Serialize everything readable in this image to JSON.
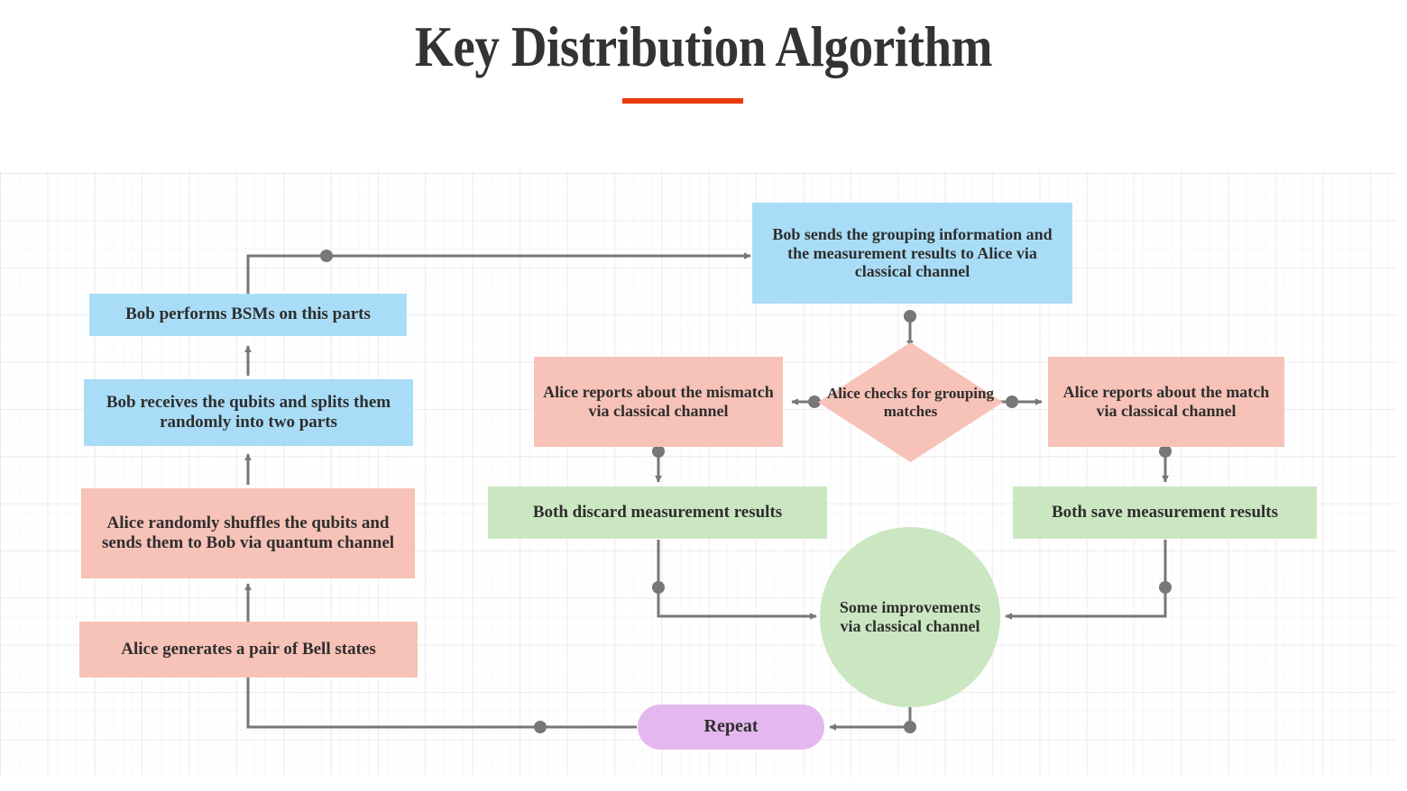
{
  "page": {
    "title": "Key Distribution Algorithm",
    "accent_color": "#ec3a0c",
    "title_color": "#333333",
    "background": "#ffffff"
  },
  "palette": {
    "blue": "#a9ddf7",
    "pink": "#f7c2b7",
    "green": "#cbe7c1",
    "purple": "#e4b8ef",
    "edge": "#777777",
    "text": "#2e2e2e"
  },
  "chart_data": {
    "type": "diagram",
    "title": "Key Distribution Algorithm",
    "nodes": [
      {
        "id": "bell",
        "label": "Alice generates a pair of Bell states",
        "shape": "rect",
        "color": "#f7c2b7"
      },
      {
        "id": "shuffle",
        "label": "Alice randomly shuffles the qubits and sends them to Bob via quantum channel",
        "shape": "rect",
        "color": "#f7c2b7"
      },
      {
        "id": "receive",
        "label": "Bob receives the qubits and splits them randomly into two parts",
        "shape": "rect",
        "color": "#a9ddf7"
      },
      {
        "id": "bsm",
        "label": "Bob performs BSMs on this parts",
        "shape": "rect",
        "color": "#a9ddf7"
      },
      {
        "id": "send",
        "label": "Bob sends the grouping information and the measurement results to Alice via classical channel",
        "shape": "rect",
        "color": "#a9ddf7"
      },
      {
        "id": "check",
        "label": "Alice checks for grouping matches",
        "shape": "diamond",
        "color": "#f7c2b7"
      },
      {
        "id": "mismatch",
        "label": "Alice reports about the mismatch via classical channel",
        "shape": "rect",
        "color": "#f7c2b7"
      },
      {
        "id": "match",
        "label": "Alice reports about the match via classical channel",
        "shape": "rect",
        "color": "#f7c2b7"
      },
      {
        "id": "discard",
        "label": "Both discard measurement results",
        "shape": "rect",
        "color": "#cbe7c1"
      },
      {
        "id": "save",
        "label": "Both save measurement results",
        "shape": "rect",
        "color": "#cbe7c1"
      },
      {
        "id": "improve",
        "label": "Some improvements via classical channel",
        "shape": "circle",
        "color": "#cbe7c1"
      },
      {
        "id": "repeat",
        "label": "Repeat",
        "shape": "pill",
        "color": "#e4b8ef"
      }
    ],
    "edges": [
      {
        "from": "bell",
        "to": "shuffle"
      },
      {
        "from": "shuffle",
        "to": "receive"
      },
      {
        "from": "receive",
        "to": "bsm"
      },
      {
        "from": "bsm",
        "to": "send"
      },
      {
        "from": "send",
        "to": "check"
      },
      {
        "from": "check",
        "to": "mismatch"
      },
      {
        "from": "check",
        "to": "match"
      },
      {
        "from": "mismatch",
        "to": "discard"
      },
      {
        "from": "match",
        "to": "save"
      },
      {
        "from": "discard",
        "to": "improve"
      },
      {
        "from": "save",
        "to": "improve"
      },
      {
        "from": "improve",
        "to": "repeat"
      },
      {
        "from": "repeat",
        "to": "bell"
      }
    ]
  },
  "nodes": {
    "bell": {
      "label": "Alice generates a pair of Bell states"
    },
    "shuffle": {
      "label": "Alice randomly shuffles the qubits and sends them to Bob via quantum channel"
    },
    "receive": {
      "label": "Bob receives the qubits and splits them randomly into two parts"
    },
    "bsm": {
      "label": "Bob performs BSMs on this parts"
    },
    "send": {
      "label": "Bob sends the grouping information and the measurement results to Alice via classical channel"
    },
    "check": {
      "label": "Alice checks for grouping matches"
    },
    "mismatch": {
      "label": "Alice reports about the mismatch via classical channel"
    },
    "match": {
      "label": "Alice reports about the match via classical channel"
    },
    "discard": {
      "label": "Both discard measurement results"
    },
    "save": {
      "label": "Both save measurement results"
    },
    "improve": {
      "label": "Some improvements via classical channel"
    },
    "repeat": {
      "label": "Repeat"
    }
  }
}
